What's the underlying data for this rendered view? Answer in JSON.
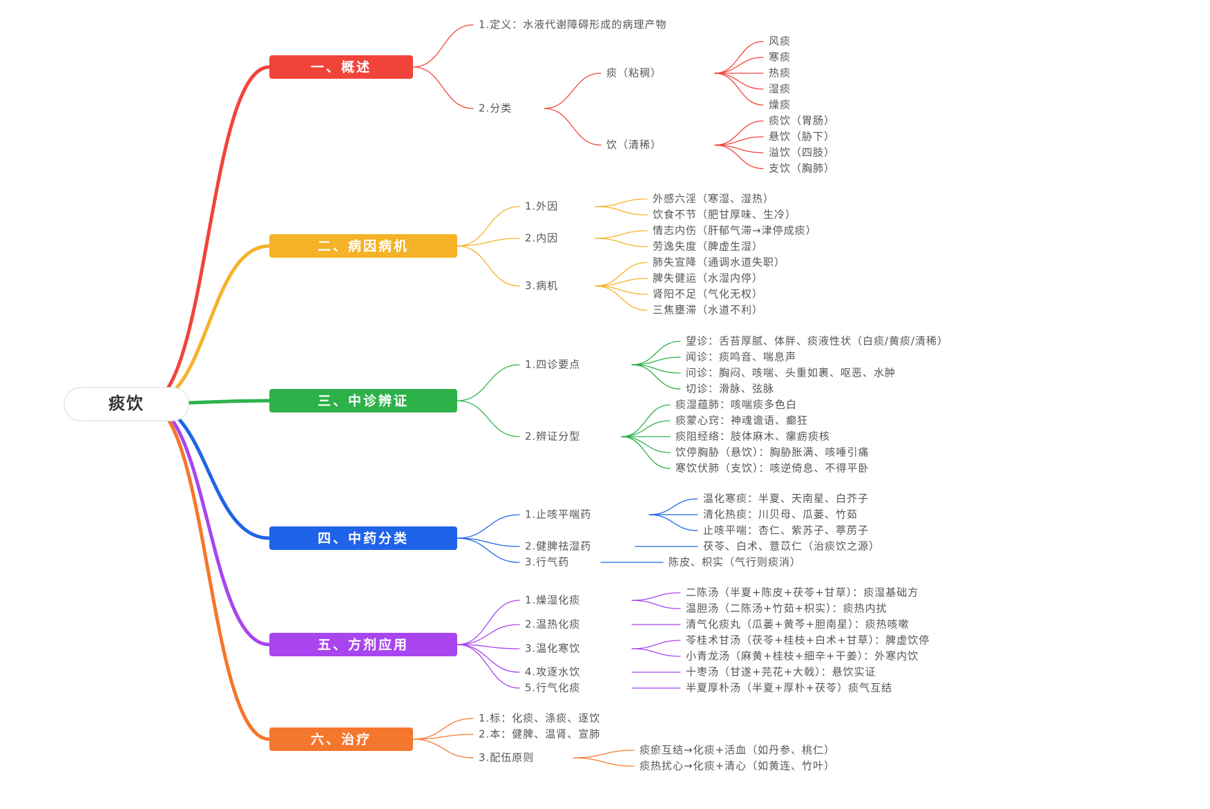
{
  "root": {
    "label": "痰饮"
  },
  "branches": [
    {
      "label": "一、概述",
      "color": "#f0443a",
      "children": [
        {
          "label": "1.定义：水液代谢障碍形成的病理产物"
        },
        {
          "label": "2.分类",
          "children": [
            {
              "label": "痰（粘稠）",
              "children": [
                {
                  "label": "风痰"
                },
                {
                  "label": "寒痰"
                },
                {
                  "label": "热痰"
                },
                {
                  "label": "湿痰"
                },
                {
                  "label": "燥痰"
                }
              ]
            },
            {
              "label": "饮（清稀）",
              "children": [
                {
                  "label": "痰饮（胃肠）"
                },
                {
                  "label": "悬饮（胁下）"
                },
                {
                  "label": "溢饮（四肢）"
                },
                {
                  "label": "支饮（胸肺）"
                }
              ]
            }
          ]
        }
      ]
    },
    {
      "label": "二、病因病机",
      "color": "#f5b227",
      "children": [
        {
          "label": "1.外因",
          "children": [
            {
              "label": "外感六淫（寒湿、湿热）"
            },
            {
              "label": "饮食不节（肥甘厚味、生冷）"
            }
          ]
        },
        {
          "label": "2.内因",
          "children": [
            {
              "label": "情志内伤（肝郁气滞→津停成痰）"
            },
            {
              "label": "劳逸失度（脾虚生湿）"
            }
          ]
        },
        {
          "label": "3.病机",
          "children": [
            {
              "label": "肺失宣降（通调水道失职）"
            },
            {
              "label": "脾失健运（水湿内停）"
            },
            {
              "label": "肾阳不足（气化无权）"
            },
            {
              "label": "三焦壅滞（水道不利）"
            }
          ]
        }
      ]
    },
    {
      "label": "三、中诊辨证",
      "color": "#2db24a",
      "children": [
        {
          "label": "1.四诊要点",
          "children": [
            {
              "label": "望诊：舌苔厚腻、体胖、痰液性状（白痰/黄痰/清稀）"
            },
            {
              "label": "闻诊：痰鸣音、喘息声"
            },
            {
              "label": "问诊：胸闷、咳喘、头重如裹、呕恶、水肿"
            },
            {
              "label": "切诊：滑脉、弦脉"
            }
          ]
        },
        {
          "label": "2.辨证分型",
          "children": [
            {
              "label": "痰湿蕴肺：咳喘痰多色白"
            },
            {
              "label": "痰蒙心窍：神魂谵语、癫狂"
            },
            {
              "label": "痰阻经络：肢体麻木、瘰疬痰核"
            },
            {
              "label": "饮停胸胁（悬饮）：胸胁胀满、咳唾引痛"
            },
            {
              "label": "寒饮伏肺（支饮）：咳逆倚息、不得平卧"
            }
          ]
        }
      ]
    },
    {
      "label": "四、中药分类",
      "color": "#1f63e8",
      "children": [
        {
          "label": "1.止咳平喘药",
          "children": [
            {
              "label": "温化寒痰：半夏、天南星、白芥子"
            },
            {
              "label": "清化热痰：川贝母、瓜蒌、竹茹"
            },
            {
              "label": "止咳平喘：杏仁、紫苏子、葶苈子"
            }
          ]
        },
        {
          "label": "2.健脾祛湿药",
          "children": [
            {
              "label": "茯苓、白术、薏苡仁（治痰饮之源）"
            }
          ]
        },
        {
          "label": "3.行气药",
          "children": [
            {
              "label": "陈皮、枳实（气行则痰消）"
            }
          ]
        }
      ]
    },
    {
      "label": "五、方剂应用",
      "color": "#a845ef",
      "children": [
        {
          "label": "1.燥湿化痰",
          "children": [
            {
              "label": "二陈汤（半夏+陈皮+茯苓+甘草）：痰湿基础方"
            },
            {
              "label": "温胆汤（二陈汤+竹茹+枳实）：痰热内扰"
            }
          ]
        },
        {
          "label": "2.温热化痰",
          "children": [
            {
              "label": "清气化痰丸（瓜蒌+黄芩+胆南星）：痰热咳嗽"
            }
          ]
        },
        {
          "label": "3.温化寒饮",
          "children": [
            {
              "label": "苓桂术甘汤（茯苓+桂枝+白术+甘草）：脾虚饮停"
            },
            {
              "label": "小青龙汤（麻黄+桂枝+细辛+干姜）：外寒内饮"
            }
          ]
        },
        {
          "label": "4.攻逐水饮",
          "children": [
            {
              "label": "十枣汤（甘遂+芫花+大戟）：悬饮实证"
            }
          ]
        },
        {
          "label": "5.行气化痰",
          "children": [
            {
              "label": "半夏厚朴汤（半夏+厚朴+茯苓）痰气互结"
            }
          ]
        }
      ]
    },
    {
      "label": "六、治疗",
      "color": "#f5762d",
      "children": [
        {
          "label": "1.标：化痰、涤痰、逐饮"
        },
        {
          "label": "2.本：健脾、温肾、宣肺"
        },
        {
          "label": "3.配伍原则",
          "children": [
            {
              "label": "痰瘀互结→化痰+活血（如丹参、桃仁）"
            },
            {
              "label": "痰热扰心→化痰+清心（如黄连、竹叶）"
            }
          ]
        }
      ]
    }
  ]
}
